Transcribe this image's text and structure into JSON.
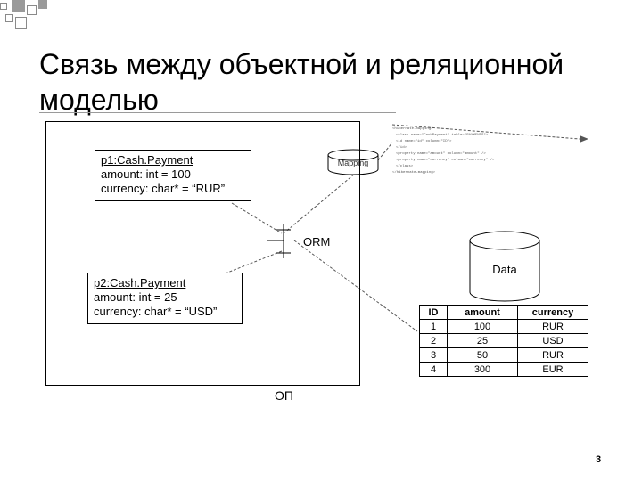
{
  "slide": {
    "title_line1": "Связь между объектной и реляционной",
    "title_line2": "моделью",
    "page_number": "3"
  },
  "diagram": {
    "object1": {
      "header": "p1:Cash.Payment",
      "line1": "amount: int =  100",
      "line2": "currency: char* = “RUR”"
    },
    "object2": {
      "header": "p2:Cash.Payment",
      "line1": "amount: int =  25",
      "line2": "currency: char* = “USD”"
    },
    "mapping_label": "Mapping",
    "orm_label": "ORM",
    "op_label": "ОП",
    "data_label": "Data",
    "xml_lines": [
      "<hibernate-mapping>",
      "<class name=\"CashPayment\" table=\"PAYMENTS\">",
      "<id name=\"id\" column=\"ID\">",
      "</id>",
      "<property name=\"amount\" column=\"amount\" />",
      "<property name=\"currency\" column=\"currency\" />",
      "</class>",
      "</hibernate-mapping>"
    ],
    "table": {
      "headers": [
        "ID",
        "amount",
        "currency"
      ],
      "rows": [
        [
          "1",
          "100",
          "RUR"
        ],
        [
          "2",
          "25",
          "USD"
        ],
        [
          "3",
          "50",
          "RUR"
        ],
        [
          "4",
          "300",
          "EUR"
        ]
      ]
    }
  }
}
